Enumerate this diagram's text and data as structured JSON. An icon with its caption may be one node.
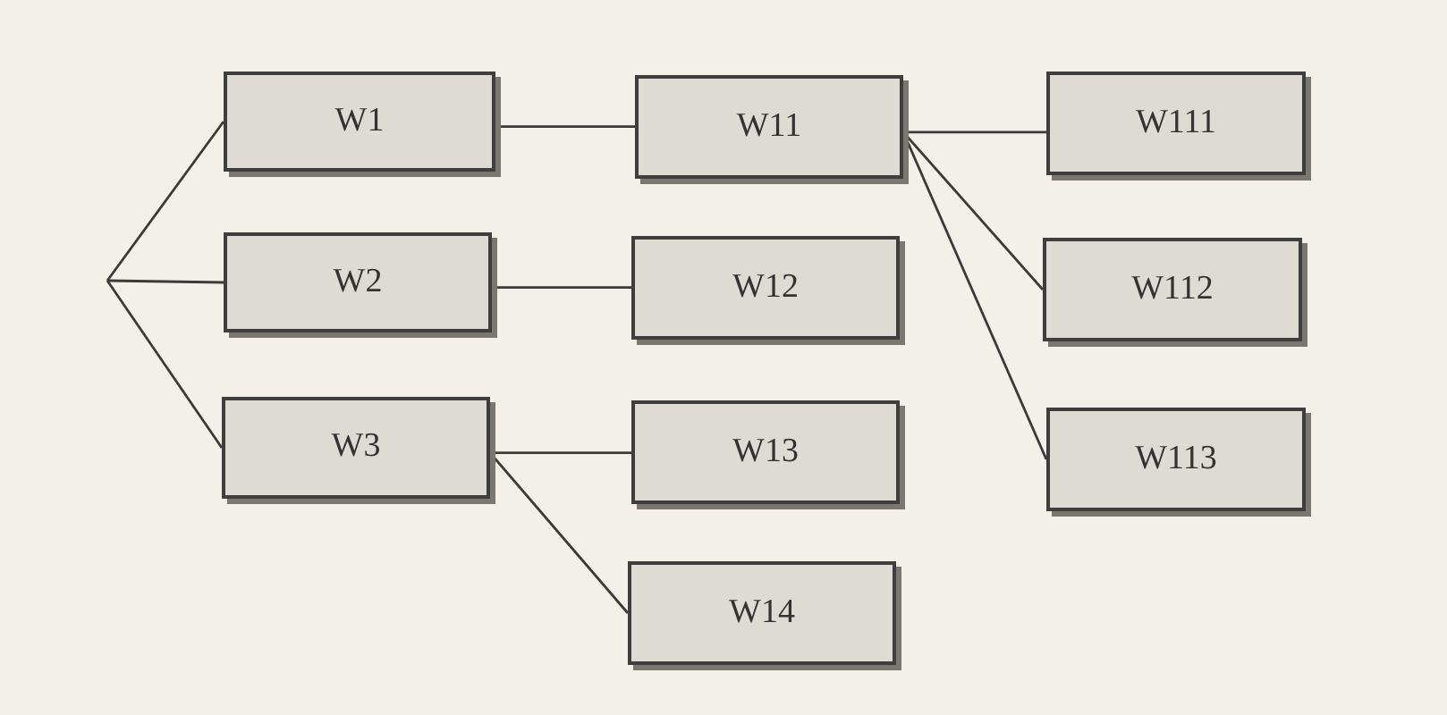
{
  "diagram": {
    "nodes": [
      {
        "text": [
          "W1"
        ]
      },
      {
        "text": [
          "W2"
        ]
      },
      {
        "text": [
          "W3"
        ]
      },
      {
        "text": [
          "W11"
        ]
      },
      {
        "text": [
          "W12"
        ]
      },
      {
        "text": [
          "W13"
        ]
      },
      {
        "text": [
          "W14"
        ]
      },
      {
        "text": [
          "W111"
        ]
      },
      {
        "text": [
          "W112"
        ]
      },
      {
        "text": [
          "W113"
        ]
      }
    ],
    "edges": [
      {
        "from": null,
        "to": 0,
        "arrow": "none"
      },
      {
        "from": null,
        "to": 1,
        "arrow": "none"
      },
      {
        "from": null,
        "to": 2,
        "arrow": "none"
      },
      {
        "from": 0,
        "to": 3,
        "arrow": "none"
      },
      {
        "from": 1,
        "to": 4,
        "arrow": "none"
      },
      {
        "from": 2,
        "to": 5,
        "arrow": "none"
      },
      {
        "from": 2,
        "to": 6,
        "arrow": "none"
      },
      {
        "from": 3,
        "to": 7,
        "arrow": "none"
      },
      {
        "from": 3,
        "to": 8,
        "arrow": "none"
      },
      {
        "from": 3,
        "to": 9,
        "arrow": "none"
      }
    ]
  }
}
